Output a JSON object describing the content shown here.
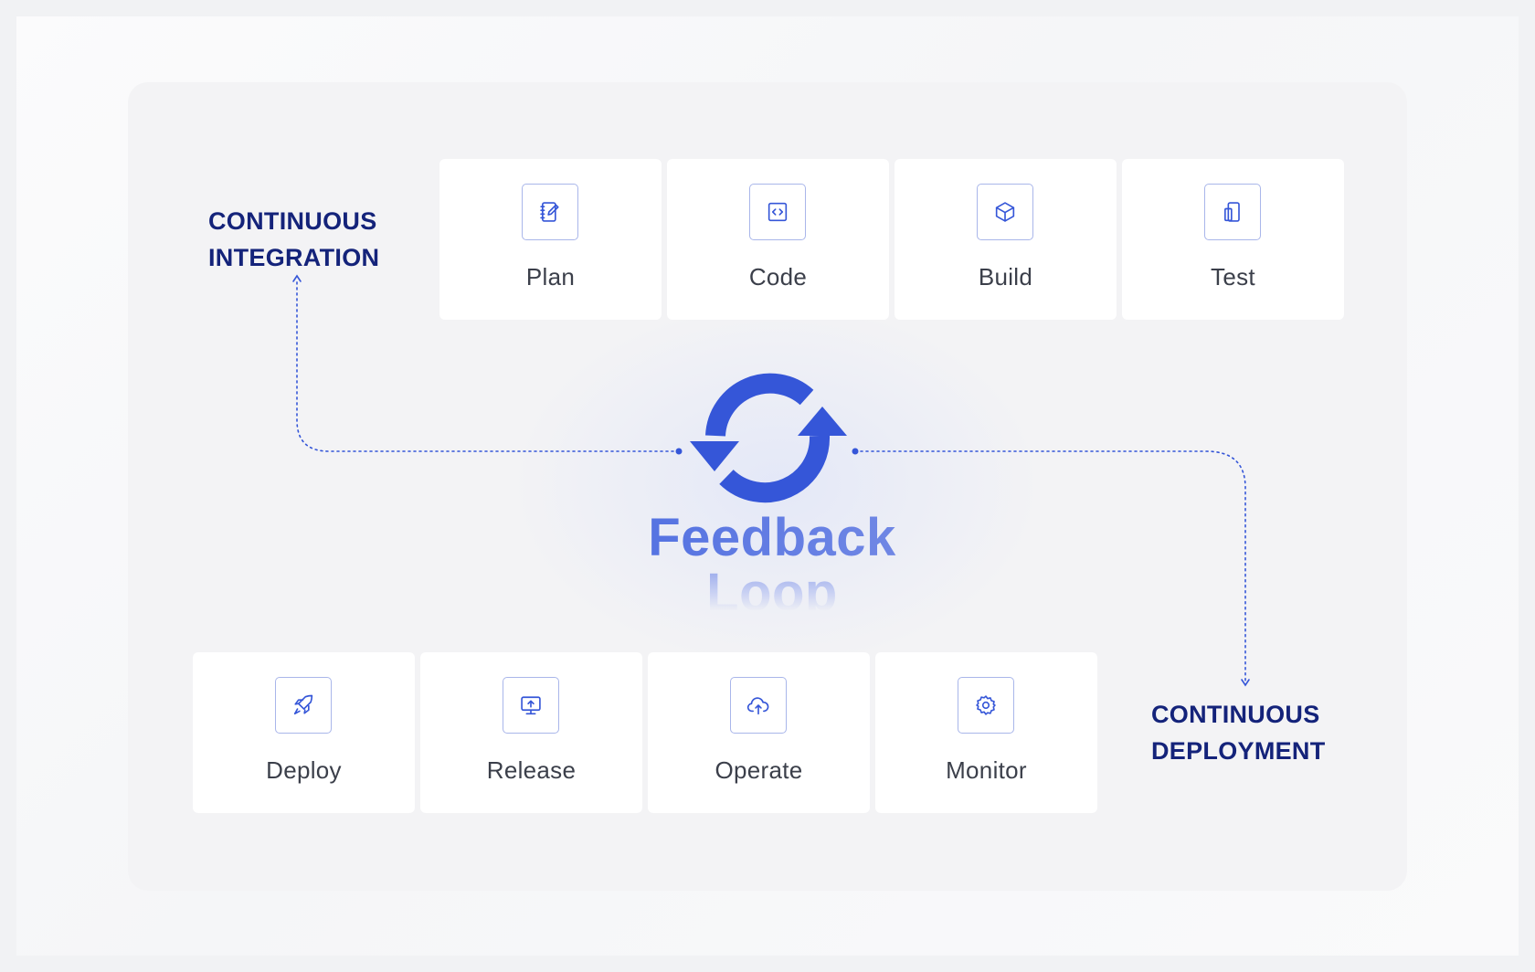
{
  "labels": {
    "ci_line1": "CONTINUOUS",
    "ci_line2": "INTEGRATION",
    "cd_line1": "CONTINUOUS",
    "cd_line2": "DEPLOYMENT"
  },
  "center": {
    "title_line1": "Feedback",
    "title_line2": "Loop",
    "icon": "refresh-cycle-icon"
  },
  "top_stages": [
    {
      "label": "Plan",
      "icon": "notebook-edit-icon"
    },
    {
      "label": "Code",
      "icon": "code-brackets-icon"
    },
    {
      "label": "Build",
      "icon": "cube-icon"
    },
    {
      "label": "Test",
      "icon": "device-test-icon"
    }
  ],
  "bottom_stages": [
    {
      "label": "Deploy",
      "icon": "rocket-icon"
    },
    {
      "label": "Release",
      "icon": "monitor-upload-icon"
    },
    {
      "label": "Operate",
      "icon": "cloud-upload-icon"
    },
    {
      "label": "Monitor",
      "icon": "gear-icon"
    }
  ],
  "colors": {
    "accent": "#3556d8",
    "label_navy": "#14237a",
    "icon_stroke": "#3556d8",
    "icon_border": "#a9b6ea",
    "connector": "#3556d8"
  }
}
